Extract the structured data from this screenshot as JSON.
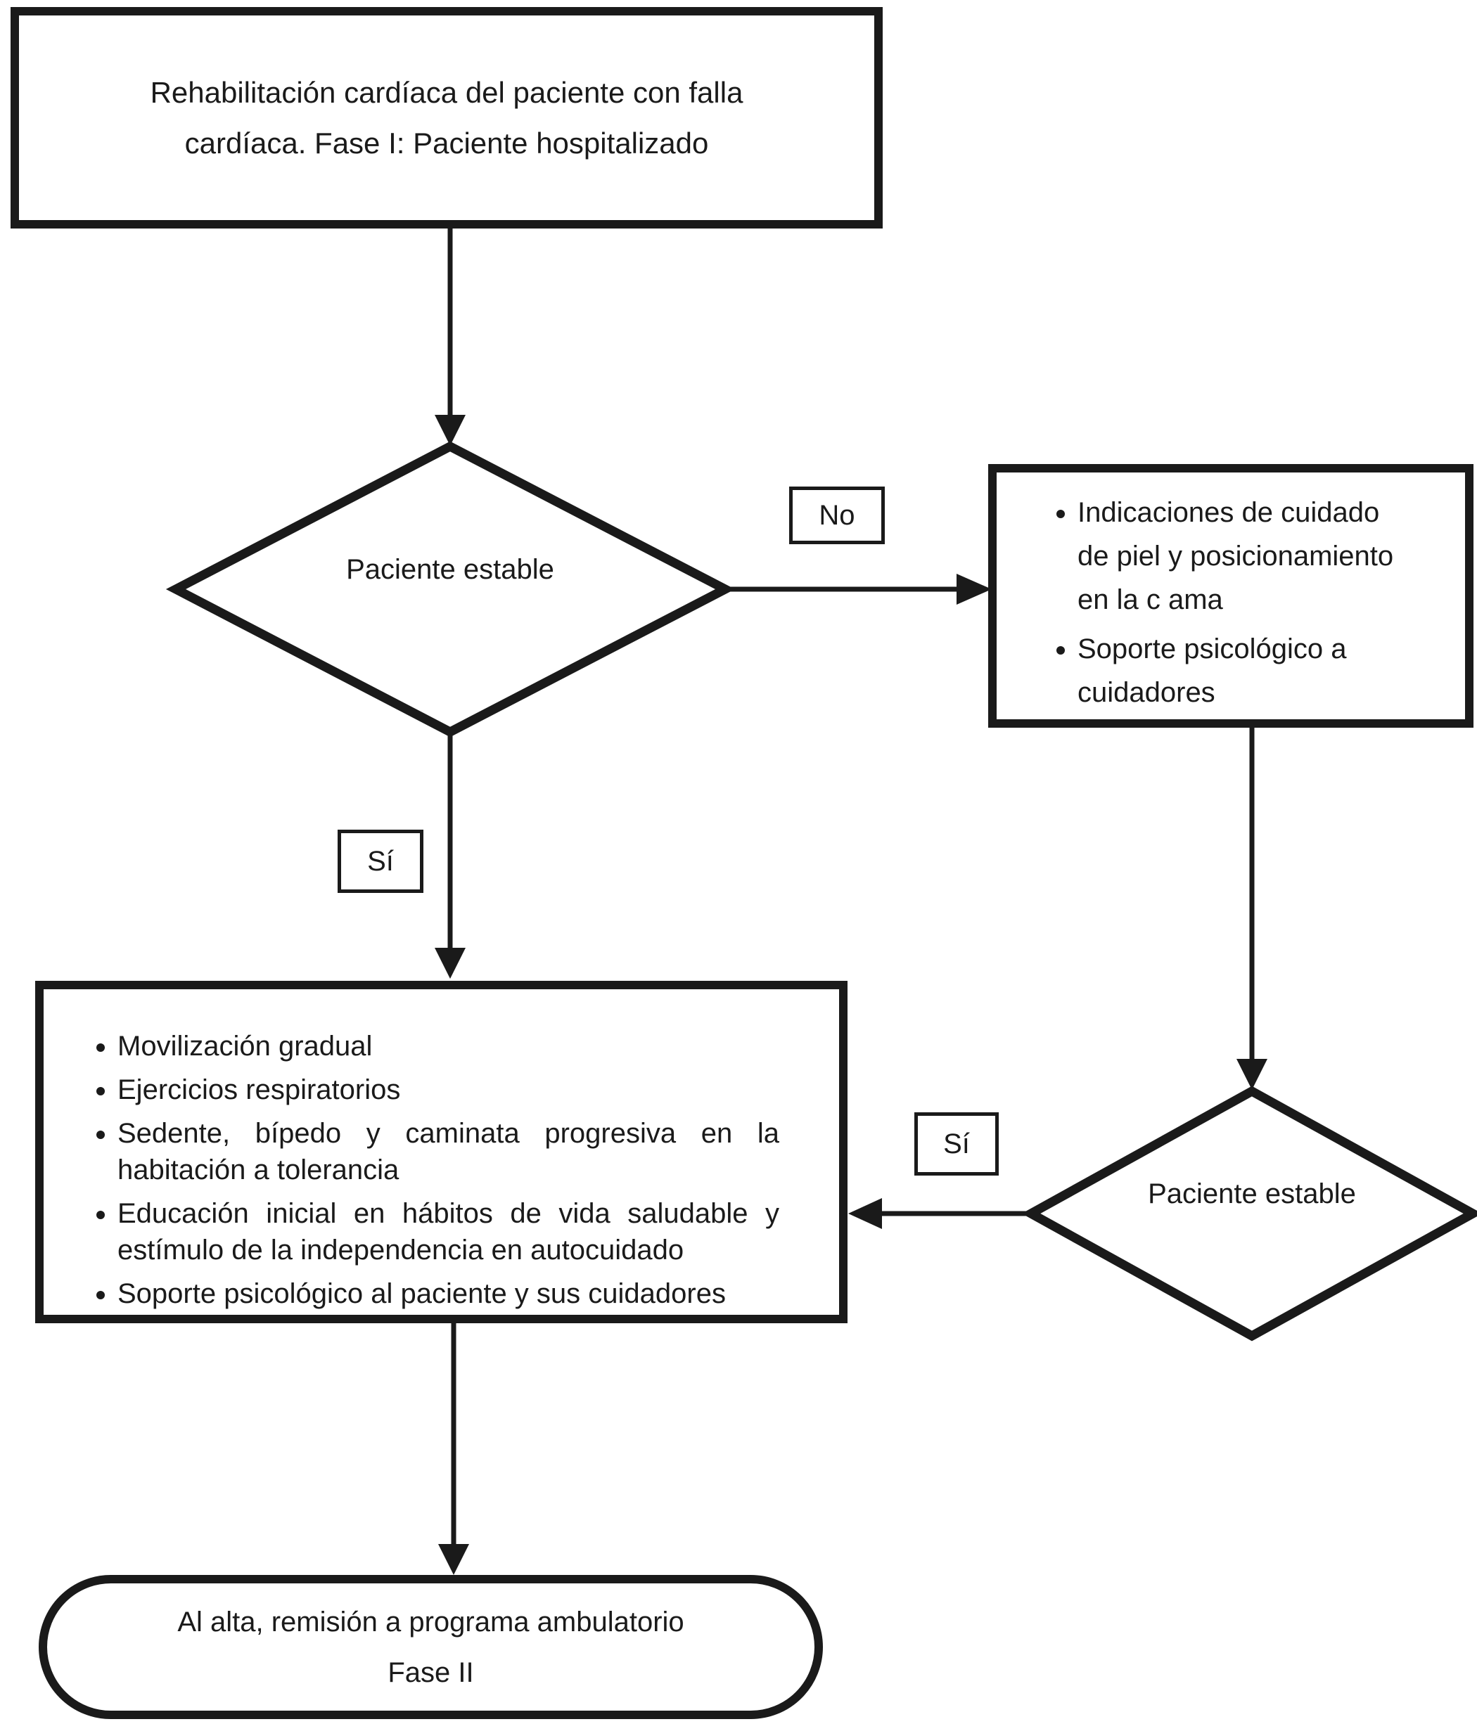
{
  "colors": {
    "ink": "#1a1a1a",
    "background": "#ffffff"
  },
  "start_box": {
    "line1": "Rehabilitación cardíaca del paciente con falla",
    "line2": "cardíaca. Fase I: Paciente hospitalizado"
  },
  "decision_stable_1": {
    "label": "Paciente estable"
  },
  "decision_stable_2": {
    "label": "Paciente estable"
  },
  "branch_labels": {
    "no": "No",
    "yes_main": "Sí",
    "yes_return": "Sí"
  },
  "unstable_care_box": {
    "items": [
      "Indicaciones de cuidado de piel y posicionamiento en la c ama",
      "Soporte psicológico a cuidadores"
    ]
  },
  "activities_box": {
    "items": [
      "Movilización gradual",
      "Ejercicios respiratorios",
      "Sedente, bípedo y caminata progresiva en la habitación a tolerancia",
      "Educación inicial en hábitos de vida saludable y estímulo de la independencia en autocuidado",
      "Soporte psicológico al paciente y sus cuidadores"
    ]
  },
  "terminator_box": {
    "line1": "Al alta, remisión a programa ambulatorio",
    "line2": "Fase II"
  }
}
